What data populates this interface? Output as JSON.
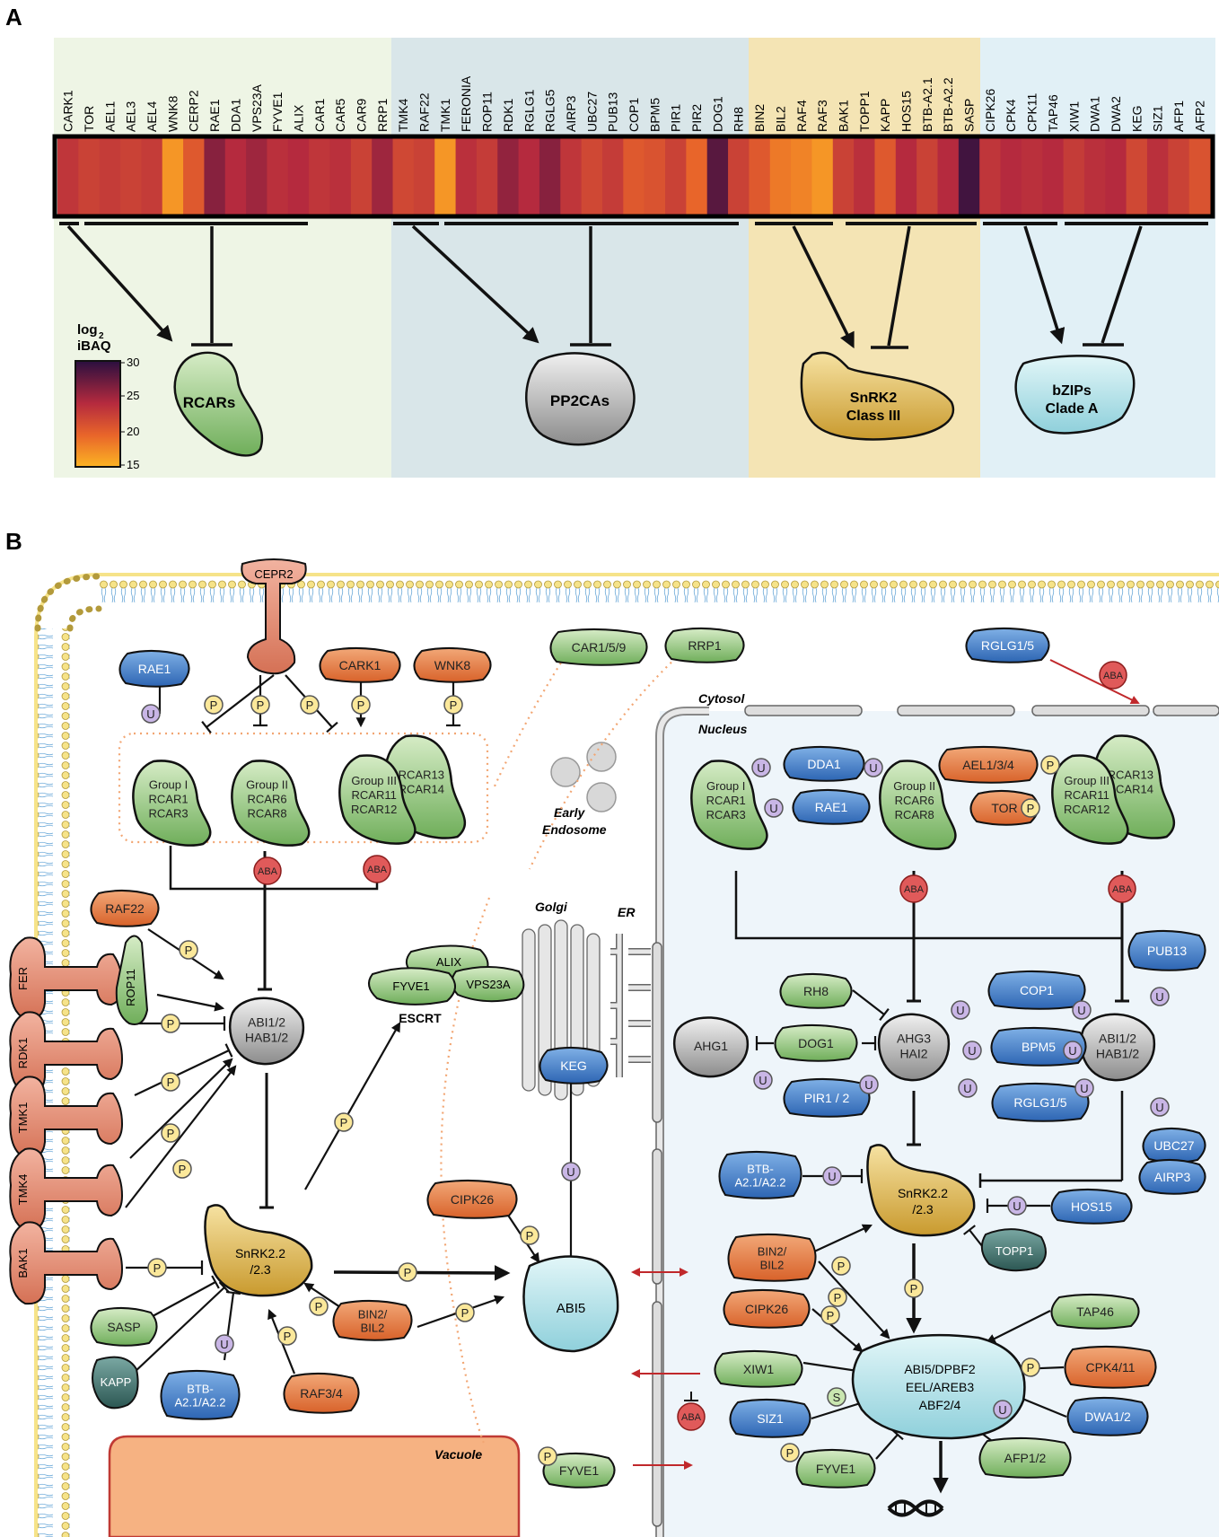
{
  "panel_a": {
    "label": "A",
    "columns": [
      "CARK1",
      "TOR",
      "AEL1",
      "AEL3",
      "AEL4",
      "WNK8",
      "CERP2",
      "RAE1",
      "DDA1",
      "VPS23A",
      "FYVE1",
      "ALIX",
      "CAR1",
      "CAR5",
      "CAR9",
      "RRP1",
      "TMK4",
      "RAF22",
      "TMK1",
      "FERONIA",
      "ROP11",
      "RDK1",
      "RGLG1",
      "RGLG5",
      "AIRP3",
      "UBC27",
      "PUB13",
      "COP1",
      "BPM5",
      "PIR1",
      "PIR2",
      "DOG1",
      "RH8",
      "BIN2",
      "BIL2",
      "RAF4",
      "RAF3",
      "BAK1",
      "TOPP1",
      "KAPP",
      "HOS15",
      "BTB-A2.1",
      "BTB-A2.2",
      "SASP",
      "CIPK26",
      "CPK4",
      "CPK11",
      "TAP46",
      "XIW1",
      "DWA1",
      "DWA2",
      "KEG",
      "SIZ1",
      "AFP1",
      "AFP2"
    ],
    "values": [
      23,
      22,
      22.5,
      22,
      22.5,
      16.5,
      20,
      26,
      24,
      25,
      23.5,
      24,
      23,
      23.5,
      22,
      25,
      21.5,
      22,
      16.5,
      23.5,
      22.5,
      25.5,
      24,
      26,
      23,
      21.5,
      22.5,
      20,
      20.5,
      22,
      19,
      28,
      22,
      20,
      18,
      17.5,
      16.5,
      22,
      23.5,
      20,
      24,
      22,
      24,
      29,
      23,
      24,
      23.5,
      24,
      22.5,
      23.5,
      24,
      21.5,
      23.5,
      22,
      20.5
    ],
    "legend_title_1": "log",
    "legend_title_sub": "2",
    "legend_title_2": "iBAQ",
    "legend_ticks": [
      "30",
      "25",
      "20",
      "15"
    ],
    "targets": [
      {
        "label": "RCARs"
      },
      {
        "label": "PP2CAs"
      },
      {
        "label": "SnRK2",
        "label2": "Class III"
      },
      {
        "label": "bZIPs",
        "label2": "Clade A"
      }
    ]
  },
  "panel_b": {
    "label": "B",
    "compartments": {
      "cytosol": "Cytosol",
      "nucleus": "Nucleus",
      "early_endosome_1": "Early",
      "early_endosome_2": "Endosome",
      "golgi": "Golgi",
      "er": "ER",
      "escrt": "ESCRT",
      "vacuole": "Vacuole"
    },
    "mods": {
      "p": "P",
      "u": "U",
      "s": "S",
      "aba": "ABA"
    },
    "proteins": {
      "cepr2": "CEPR2",
      "rae1": "RAE1",
      "cark1": "CARK1",
      "wnk8": "WNK8",
      "car159": "CAR1/5/9",
      "rrp1": "RRP1",
      "rglg15_top": "RGLG1/5",
      "raf22": "RAF22",
      "fer": "FER",
      "rop11": "ROP11",
      "rdk1": "RDK1",
      "tmk1": "TMK1",
      "tmk4": "TMK4",
      "bak1": "BAK1",
      "sasp": "SASP",
      "kapp": "KAPP",
      "btb_c_1": "BTB-",
      "btb_c_2": "A2.1/A2.2",
      "raf34": "RAF3/4",
      "bin2_c_1": "BIN2/",
      "bin2_c_2": "BIL2",
      "cipk26_c": "CIPK26",
      "abi5_c": "ABI5",
      "keg": "KEG",
      "alix": "ALIX",
      "fyve1": "FYVE1",
      "vps23a": "VPS23A",
      "fyve1_v": "FYVE1",
      "abi_c_1": "ABI1/2",
      "abi_c_2": "HAB1/2",
      "snrk_c_1": "SnRK2.2",
      "snrk_c_2": "/2.3",
      "dda1": "DDA1",
      "rae1_n": "RAE1",
      "ael134": "AEL1/3/4",
      "tor": "TOR",
      "pub13": "PUB13",
      "rh8": "RH8",
      "dog1": "DOG1",
      "ahg1": "AHG1",
      "pir12": "PIR1 / 2",
      "cop1": "COP1",
      "bpm5": "BPM5",
      "rglg15_n": "RGLG1/5",
      "ahg3_1": "AHG3",
      "ahg3_2": "HAI2",
      "abi_n_1": "ABI1/2",
      "abi_n_2": "HAB1/2",
      "ubc27": "UBC27",
      "airp3": "AIRP3",
      "btb_n_1": "BTB-",
      "btb_n_2": "A2.1/A2.2",
      "snrk_n_1": "SnRK2.2",
      "snrk_n_2": "/2.3",
      "hos15": "HOS15",
      "topp1": "TOPP1",
      "bin2_n_1": "BIN2/",
      "bin2_n_2": "BIL2",
      "tap46": "TAP46",
      "cipk26_n": "CIPK26",
      "xiw1": "XIW1",
      "cpk411": "CPK4/11",
      "siz1": "SIZ1",
      "dwa12": "DWA1/2",
      "afp12": "AFP1/2",
      "fyve1_n": "FYVE1",
      "abi5_n_1": "ABI5/DPBF2",
      "abi5_n_2": "EEL/AREB3",
      "abi5_n_3": "ABF2/4"
    },
    "rcar_groups": {
      "g1": [
        "Group I",
        "RCAR1",
        "RCAR3"
      ],
      "g2": [
        "Group II",
        "RCAR6",
        "RCAR8"
      ],
      "g3": [
        "Group III",
        "RCAR11",
        "RCAR12"
      ],
      "g4": [
        "RCAR13",
        "RCAR14"
      ]
    }
  },
  "colors": {
    "green": "#8fc17a",
    "blue": "#3a78c4",
    "orange": "#e37a3e",
    "salmon": "#e08a6e",
    "gray": "#a8a8a8",
    "teal": "#3d6e6a",
    "gold": "#d9b24a",
    "cyan": "#b5e3ea",
    "red_circle": "#e05a5a",
    "phos": "#fbe89a",
    "ubiq": "#c9b6e6",
    "bg_green": "#eef5e5",
    "bg_blue": "#d9e6e9",
    "bg_gold": "#f4e4b4",
    "bg_lightblue": "#e1f0f6"
  }
}
